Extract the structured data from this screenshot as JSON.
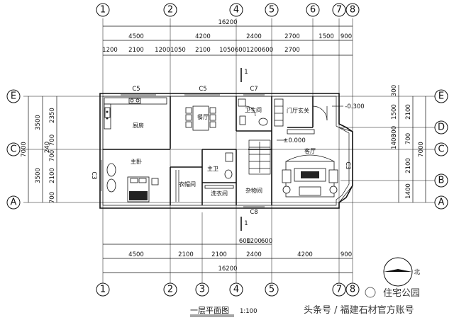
{
  "axes": {
    "top": [
      "1",
      "2",
      "4",
      "5",
      "6",
      "7",
      "8"
    ],
    "bottom": [
      "1",
      "2",
      "3",
      "4",
      "5",
      "7",
      "8"
    ],
    "left": [
      "E",
      "C",
      "A"
    ],
    "right": [
      "E",
      "D",
      "C",
      "B",
      "A"
    ]
  },
  "top_dims": {
    "total": "16200",
    "row1": [
      "4500",
      "4200",
      "2400",
      "2700",
      "1500",
      "900"
    ],
    "row2": [
      "1200",
      "2100",
      "1200",
      "1050",
      "2100",
      "1050",
      "600",
      "1200",
      "600",
      "2700"
    ]
  },
  "bottom_dims": {
    "total": "16200",
    "row1": [
      "4500",
      "2100",
      "2100",
      "2400",
      "4200",
      "900"
    ],
    "row2": [
      "600",
      "1200",
      "600"
    ]
  },
  "left_dims": {
    "total": "7000",
    "row1": [
      "3500",
      "3500"
    ],
    "row2": [
      "2350",
      "700",
      "240",
      "700",
      "2100",
      "700"
    ]
  },
  "right_dims": {
    "total": "7000",
    "row1": [
      "300",
      "1500",
      "300",
      "1400",
      "2100",
      "1400"
    ],
    "row2": [
      "2100",
      "700"
    ]
  },
  "rooms": {
    "kitchen": "厨房",
    "dining": "餐厅",
    "toilet": "卫生间",
    "entry": "门厅玄关",
    "master": "主卧",
    "storage": "衣帽间",
    "master_bath": "主卫",
    "laundry": "洗衣间",
    "sundry": "杂物间",
    "living": "客厅"
  },
  "windows": {
    "c5a": "C5",
    "c5b": "C5",
    "c7": "C7",
    "c8": "C8",
    "c3_left": "C3",
    "c3_right": "C3"
  },
  "levels": {
    "outdoor": "-0.300",
    "indoor": "±0.000"
  },
  "section_marks": {
    "top": "1",
    "bottom": "1"
  },
  "title": {
    "text": "一层平面图",
    "scale": "1:100"
  },
  "north": {
    "label": "北"
  },
  "watermark": {
    "brand": "住宅公园",
    "source": "头条号 / 福建石材官方账号"
  }
}
